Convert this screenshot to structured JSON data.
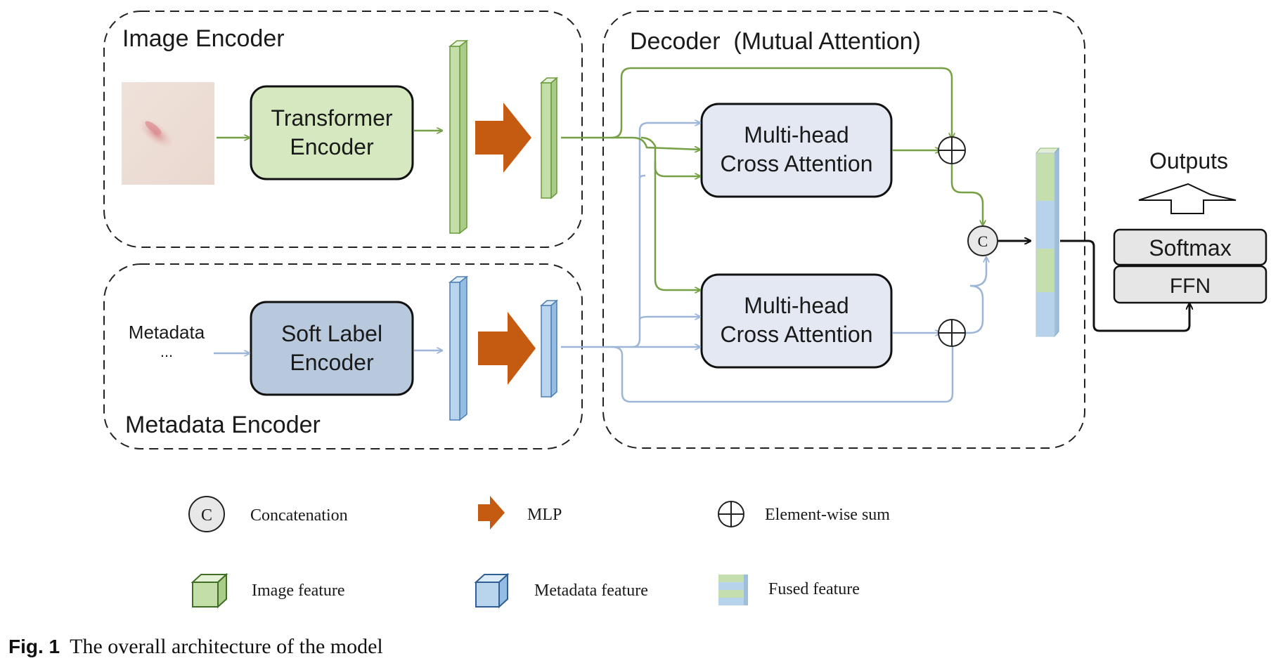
{
  "regions": {
    "image_encoder": "Image Encoder",
    "metadata_encoder": "Metadata Encoder",
    "decoder": "Decoder  (Mutual Attention)"
  },
  "blocks": {
    "transformer_encoder": [
      "Transformer",
      "Encoder"
    ],
    "soft_label_encoder": [
      "Soft Label",
      "Encoder"
    ],
    "cross_attention_top": [
      "Multi-head",
      "Cross Attention"
    ],
    "cross_attention_bottom": [
      "Multi-head",
      "Cross Attention"
    ],
    "softmax": "Softmax",
    "ffn": "FFN",
    "outputs": "Outputs"
  },
  "inputs": {
    "metadata": "Metadata",
    "metadata_ellipsis": "..."
  },
  "symbols": {
    "concat": "C"
  },
  "legend": {
    "concatenation": "Concatenation",
    "mlp": "MLP",
    "element_wise_sum": "Element-wise sum",
    "image_feature": "Image feature",
    "metadata_feature": "Metadata feature",
    "fused_feature": "Fused feature"
  },
  "caption": {
    "label": "Fig. 1",
    "text": "The overall architecture of the model"
  },
  "colors": {
    "green_line": "#76a046",
    "blue_line": "#9db6d8",
    "green_fill": "#d5e8bf",
    "green_stroke": "#6a9a3c",
    "blue_block_fill": "#b8c9de",
    "attention_fill": "#e3e8f2",
    "feature_blue_fill": "#b9d5ee",
    "feature_blue_stroke": "#4f7fb3",
    "mlp_orange": "#c55a11",
    "gray_box": "#e6e6e6"
  }
}
